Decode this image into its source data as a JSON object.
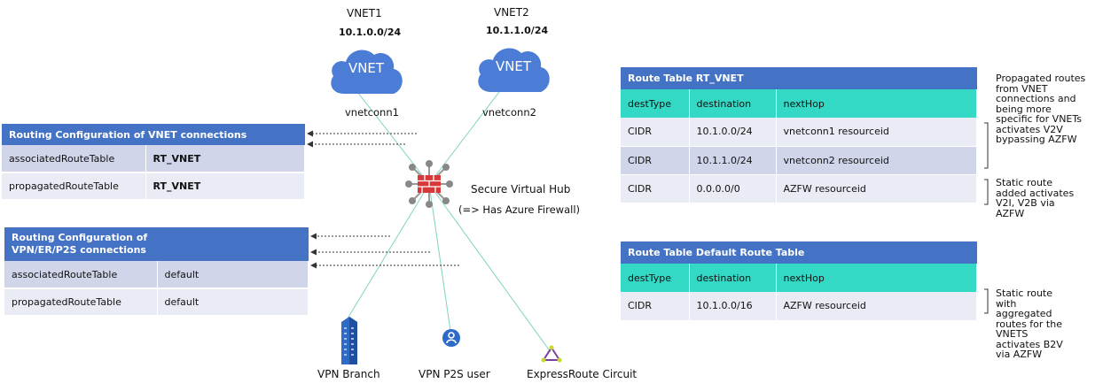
{
  "vnets": [
    {
      "name": "VNET1",
      "cidr": "10.1.0.0/24",
      "label": "VNET",
      "connection": "vnetconn1"
    },
    {
      "name": "VNET2",
      "cidr": "10.1.1.0/24",
      "label": "VNET",
      "connection": "vnetconn2"
    }
  ],
  "hub": {
    "title": "Secure Virtual Hub",
    "subtitle": "(=> Has Azure Firewall)"
  },
  "vnet_config": {
    "title": "Routing Configuration  of VNET connections",
    "rows": [
      {
        "key": "associatedRouteTable",
        "value": "RT_VNET"
      },
      {
        "key": "propagatedRouteTable",
        "value": "RT_VNET"
      }
    ]
  },
  "branch_config": {
    "title_line1": "Routing Configuration  of",
    "title_line2": "VPN/ER/P2S connections",
    "rows": [
      {
        "key": "associatedRouteTable",
        "value": "default"
      },
      {
        "key": "propagatedRouteTable",
        "value": "default"
      }
    ]
  },
  "rt_vnet": {
    "title": "Route Table RT_VNET",
    "columns": [
      "destType",
      "destination",
      "nextHop"
    ],
    "rows": [
      [
        "CIDR",
        "10.1.0.0/24",
        "vnetconn1 resourceid"
      ],
      [
        "CIDR",
        "10.1.1.0/24",
        "vnetconn2 resourceid"
      ],
      [
        "CIDR",
        "0.0.0.0/0",
        "AZFW resourceid"
      ]
    ]
  },
  "rt_default": {
    "title": "Route Table Default Route Table",
    "columns": [
      "destType",
      "destination",
      "nextHop"
    ],
    "rows": [
      [
        "CIDR",
        "10.1.0.0/16",
        "AZFW resourceid"
      ]
    ]
  },
  "notes": {
    "propagated": [
      "Propagated routes",
      "from VNET",
      "connections and",
      "being more",
      "specific for VNETs",
      "activates V2V",
      "bypassing AZFW"
    ],
    "static_rt_vnet": [
      "Static route",
      "added activates",
      "V2I, V2B via",
      "AZFW"
    ],
    "static_default": [
      "Static route",
      "with",
      "aggregated",
      "routes for the",
      "VNETS",
      "activates B2V",
      "via AZFW"
    ]
  },
  "endpoints": {
    "branch": "VPN Branch",
    "p2s": "VPN P2S user",
    "expressroute": "ExpressRoute Circuit"
  },
  "colors": {
    "header_blue": "#4472c4",
    "column_teal": "#33d9c5",
    "row_light": "#e9ebf5",
    "row_dark": "#d0d5ea",
    "cloud_blue": "#4b7dd6",
    "firewall_red": "#d9383a",
    "link_teal": "#7fd3c4"
  }
}
